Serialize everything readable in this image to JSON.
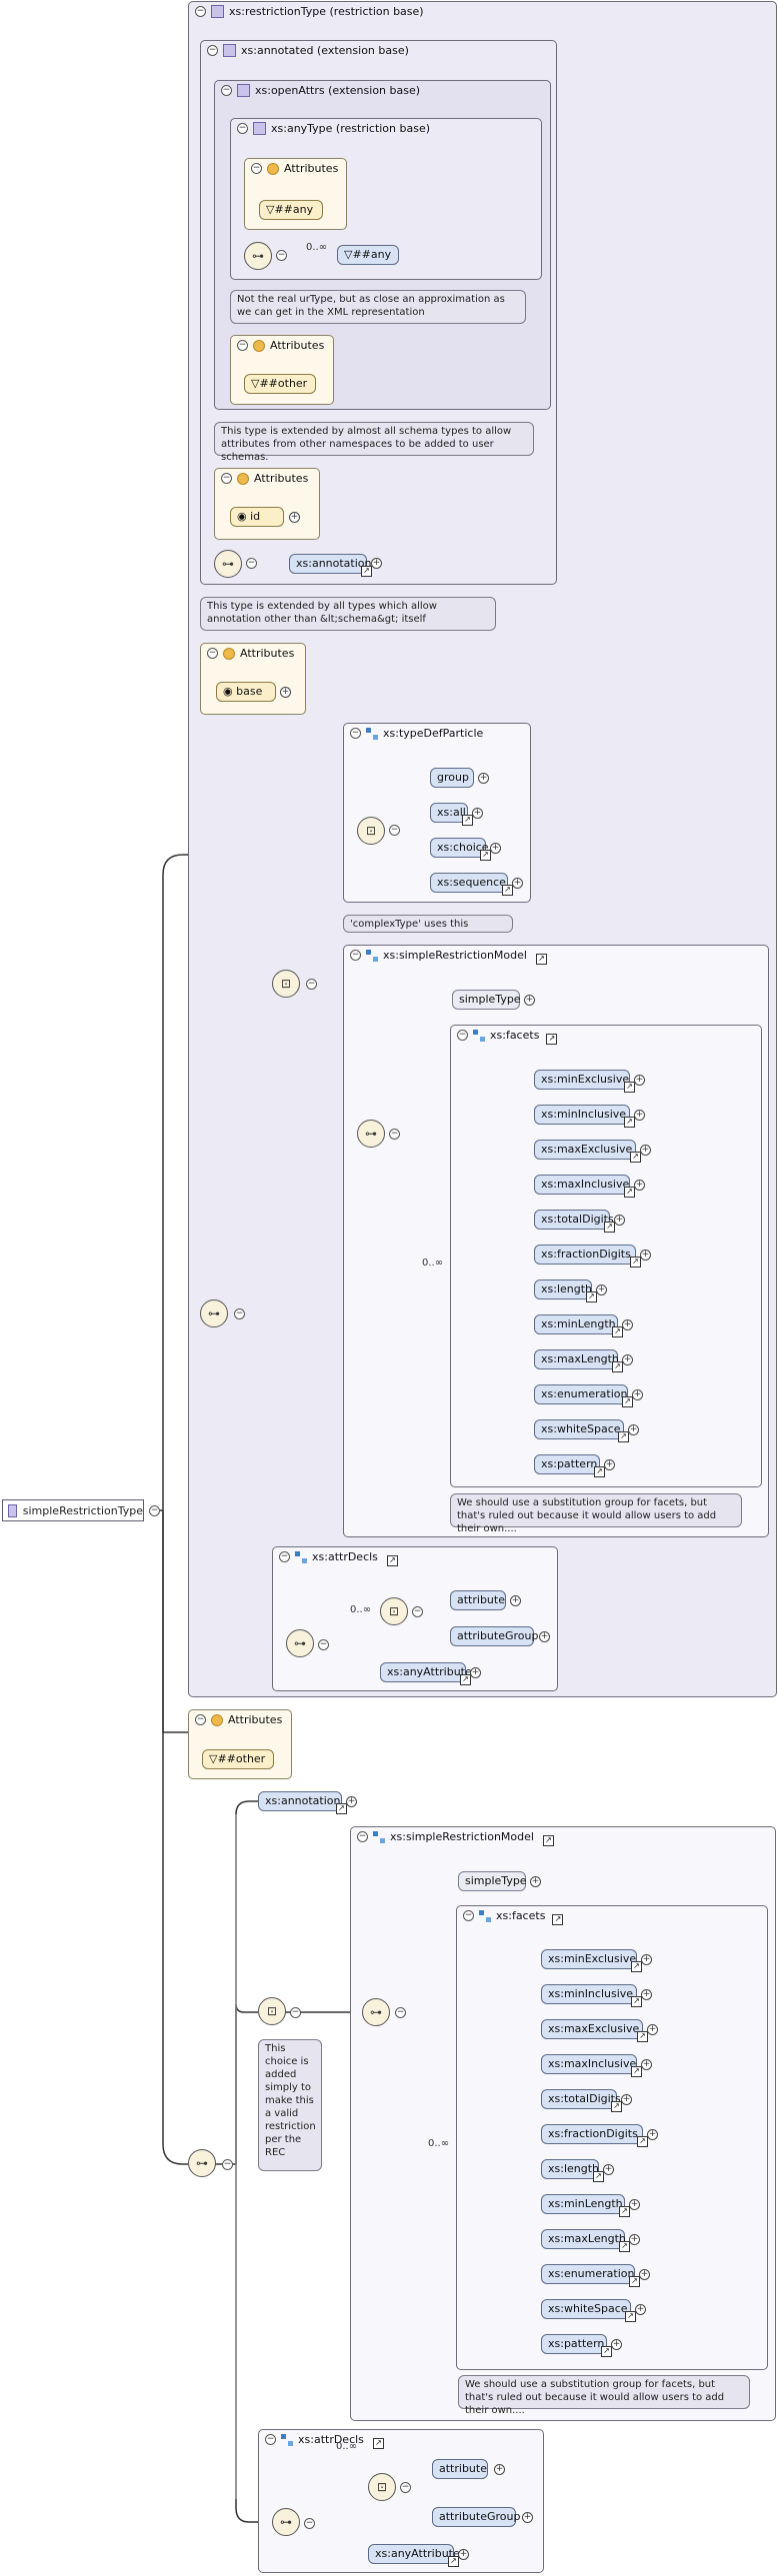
{
  "root": {
    "label": "simpleRestrictionType"
  },
  "restriction": {
    "title": "xs:restrictionType (restriction base)"
  },
  "annotated": {
    "title": "xs:annotated (extension base)"
  },
  "openAttrs": {
    "title": "xs:openAttrs (extension base)"
  },
  "anyType": {
    "title": "xs:anyType (restriction base)",
    "attributes_title": "Attributes",
    "any_attr": "##any",
    "occurs": "0..∞",
    "any_elem": "##any",
    "note": "Not the real urType, but as close an approximation as we can get in the XML representation"
  },
  "openAttrsAttributes": {
    "title": "Attributes",
    "other": "##other"
  },
  "openAttrsNote": "This type is extended by almost all schema types to allow attributes from other namespaces to be added to user schemas.",
  "annotatedAttributes": {
    "title": "Attributes",
    "id": "id"
  },
  "annotatedAnnotation": "xs:annotation",
  "annotatedNote": "This type is extended by all types which allow annotation other than &lt;schema&gt; itself",
  "restrictionAttributes": {
    "title": "Attributes",
    "base": "base"
  },
  "typeDefParticle": {
    "title": "xs:typeDefParticle",
    "items": [
      "group",
      "xs:all",
      "xs:choice",
      "xs:sequence"
    ],
    "note": "'complexType' uses this"
  },
  "simpleRestrictionModel1": {
    "title": "xs:simpleRestrictionModel",
    "simpleType": "simpleType",
    "occurs": "0..∞",
    "facets_title": "xs:facets",
    "facets": [
      "xs:minExclusive",
      "xs:minInclusive",
      "xs:maxExclusive",
      "xs:maxInclusive",
      "xs:totalDigits",
      "xs:fractionDigits",
      "xs:length",
      "xs:minLength",
      "xs:maxLength",
      "xs:enumeration",
      "xs:whiteSpace",
      "xs:pattern"
    ],
    "note": "We should use a substitution group for facets, but that's ruled out because it would allow users to add their own...."
  },
  "attrDecls1": {
    "title": "xs:attrDecls",
    "occurs": "0..∞",
    "attribute": "attribute",
    "attributeGroup": "attributeGroup",
    "anyAttribute": "xs:anyAttribute"
  },
  "rootAttributes": {
    "title": "Attributes",
    "other": "##other"
  },
  "seqAnnotation": "xs:annotation",
  "choiceNote": "This choice is added simply to make this a valid restriction per the REC",
  "simpleRestrictionModel2": {
    "title": "xs:simpleRestrictionModel",
    "simpleType": "simpleType",
    "occurs": "0..∞",
    "facets_title": "xs:facets",
    "facets": [
      "xs:minExclusive",
      "xs:minInclusive",
      "xs:maxExclusive",
      "xs:maxInclusive",
      "xs:totalDigits",
      "xs:fractionDigits",
      "xs:length",
      "xs:minLength",
      "xs:maxLength",
      "xs:enumeration",
      "xs:whiteSpace",
      "xs:pattern"
    ],
    "note": "We should use a substitution group for facets, but that's ruled out because it would allow users to add their own...."
  },
  "attrDecls2": {
    "title": "xs:attrDecls",
    "occurs": "0..∞",
    "attribute": "attribute",
    "attributeGroup": "attributeGroup",
    "anyAttribute": "xs:anyAttribute"
  }
}
